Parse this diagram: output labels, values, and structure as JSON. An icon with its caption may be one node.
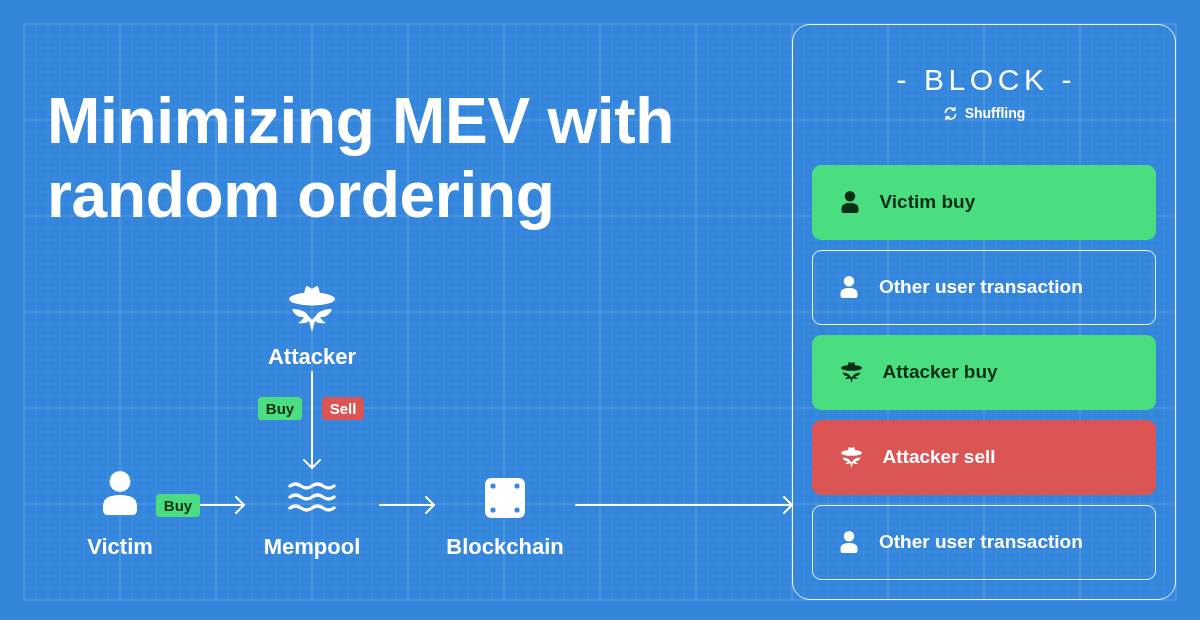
{
  "diagram": {
    "title": "Minimizing MEV with random ordering",
    "nodes": [
      {
        "text": [
          "Attacker"
        ]
      },
      {
        "text": [
          "Buy"
        ]
      },
      {
        "text": [
          "Sell"
        ]
      },
      {
        "text": [
          "Victim"
        ]
      },
      {
        "text": [
          "Buy"
        ]
      },
      {
        "text": [
          "Mempool"
        ]
      },
      {
        "text": [
          "Blockchain"
        ]
      },
      {
        "text": [
          "- BLOCK -",
          "Shuffling"
        ]
      },
      {
        "text": [
          "Victim buy"
        ],
        "in": 7
      },
      {
        "text": [
          "Other user transaction"
        ],
        "in": 7
      },
      {
        "text": [
          "Attacker buy"
        ],
        "in": 7
      },
      {
        "text": [
          "Attacker sell"
        ],
        "in": 7
      },
      {
        "text": [
          "Other user transaction"
        ],
        "in": 7
      }
    ],
    "edges": [
      {
        "from": 0,
        "to": 5,
        "arrow": "to"
      },
      {
        "from": 4,
        "to": 5,
        "arrow": "to"
      },
      {
        "from": 5,
        "to": 6,
        "arrow": "to"
      },
      {
        "from": 6,
        "to": 7,
        "arrow": "to"
      }
    ]
  }
}
